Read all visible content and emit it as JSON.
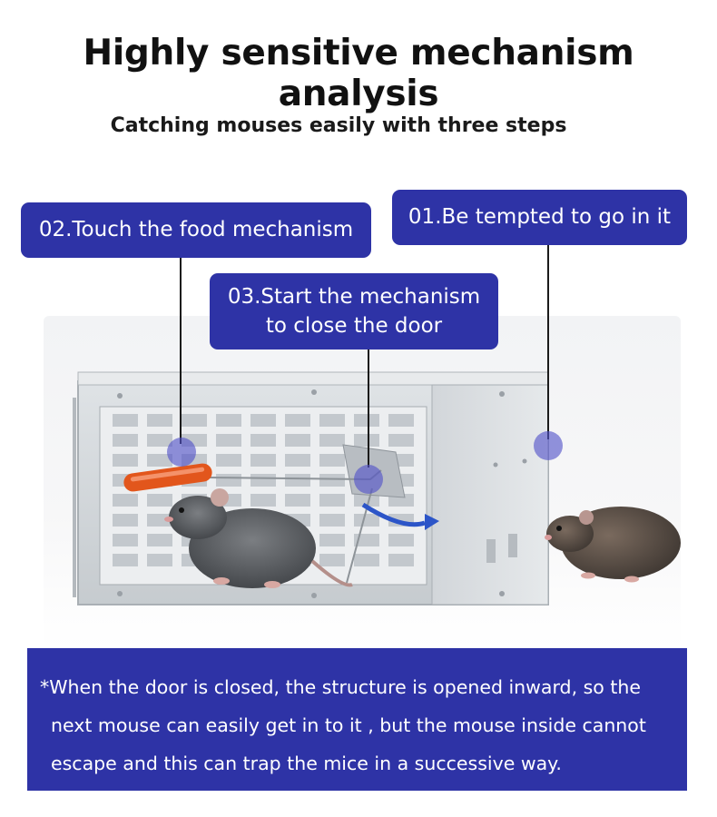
{
  "title": "Highly sensitive mechanism analysis",
  "subtitle": "Catching mouses easily with three steps",
  "callouts": {
    "step01": "01.Be tempted to go in it",
    "step02": "02.Touch the food mechanism",
    "step03_line1": "03.Start the mechanism",
    "step03_line2": "to close the door"
  },
  "note": {
    "line1": "*When the door is closed, the structure is opened inward, so the",
    "line2": "next mouse can easily get in to it , but the mouse inside cannot",
    "line3": "escape and this can trap the mice in a successive way."
  },
  "colors": {
    "accent_blue": "#2e33a6",
    "marker_dot": "#5050c8",
    "bait": "#e2561c",
    "door_arrow": "#2c55c8"
  },
  "icons": [
    "mouse-trap-cage",
    "rat-inside",
    "rat-outside",
    "sausage-bait",
    "door-close-arrow"
  ]
}
